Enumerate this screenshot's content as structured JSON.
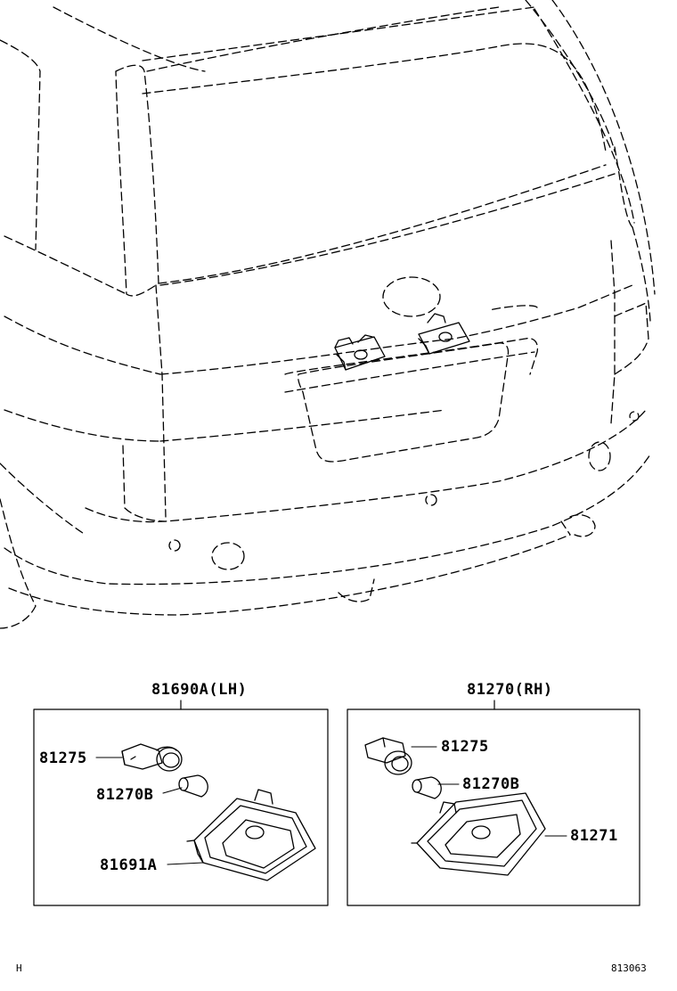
{
  "assemblies": {
    "left": {
      "title": "81690A(LH)",
      "parts": {
        "socket": "81275",
        "bulb": "81270B",
        "lens": "81691A"
      }
    },
    "right": {
      "title": "81270(RH)",
      "parts": {
        "socket": "81275",
        "bulb": "81270B",
        "lens": "81271"
      }
    }
  },
  "footer": {
    "left_code": "H",
    "right_code": "813063"
  }
}
